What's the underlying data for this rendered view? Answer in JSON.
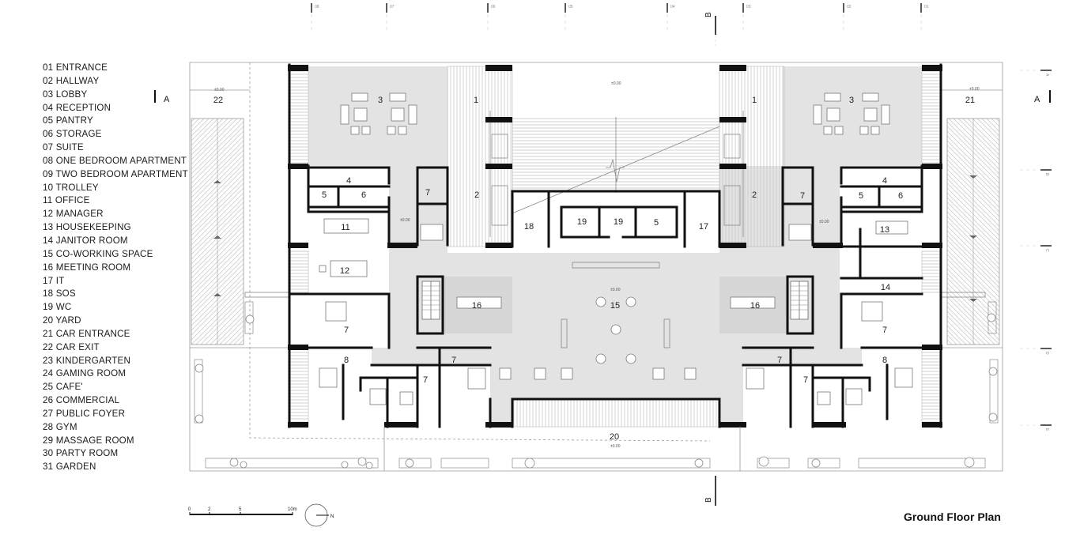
{
  "title": "Ground Floor Plan",
  "legend": [
    "01 ENTRANCE",
    "02 HALLWAY",
    "03 LOBBY",
    "04 RECEPTION",
    "05 PANTRY",
    "06 STORAGE",
    "07 SUITE",
    "08 ONE BEDROOM APARTMENT",
    "09 TWO BEDROOM APARTMENT",
    "10 TROLLEY",
    "11 OFFICE",
    "12 MANAGER",
    "13 HOUSEKEEPING",
    "14 JANITOR ROOM",
    "15 CO-WORKING SPACE",
    "16 MEETING ROOM",
    "17 IT",
    "18 SOS",
    "19 WC",
    "20 YARD",
    "21 CAR ENTRANCE",
    "22 CAR EXIT",
    "23 KINDERGARTEN",
    "24 GAMING ROOM",
    "25 CAFE'",
    "26 COMMERCIAL",
    "27 PUBLIC FOYER",
    "28 GYM",
    "29 MASSAGE ROOM",
    "30 PARTY ROOM",
    "31 GARDEN"
  ],
  "section_marks": {
    "a": "A",
    "b": "B"
  },
  "grid_labels_top": [
    "08",
    "07",
    "06",
    "05",
    "04",
    "03",
    "02",
    "01"
  ],
  "grid_labels_right": [
    "A",
    "B",
    "C",
    "D",
    "E"
  ],
  "level_mark": "±0.00",
  "scale_bar": {
    "ticks": [
      "0",
      "2",
      "5",
      "10m"
    ],
    "north": "N"
  },
  "rooms": {
    "r1": "1",
    "r2": "2",
    "r3": "3",
    "r4": "4",
    "r5": "5",
    "r6": "6",
    "r7": "7",
    "r8": "8",
    "r11": "11",
    "r12": "12",
    "r13": "13",
    "r14": "14",
    "r15": "15",
    "r16": "16",
    "r17": "17",
    "r18": "18",
    "r19": "19",
    "r20": "20",
    "r21": "21",
    "r22": "22"
  },
  "colors": {
    "wall": "#111111",
    "floor_shade": "#e2e2e2",
    "thin_line": "#9a9a9a",
    "hatch": "#bdbdbd"
  }
}
